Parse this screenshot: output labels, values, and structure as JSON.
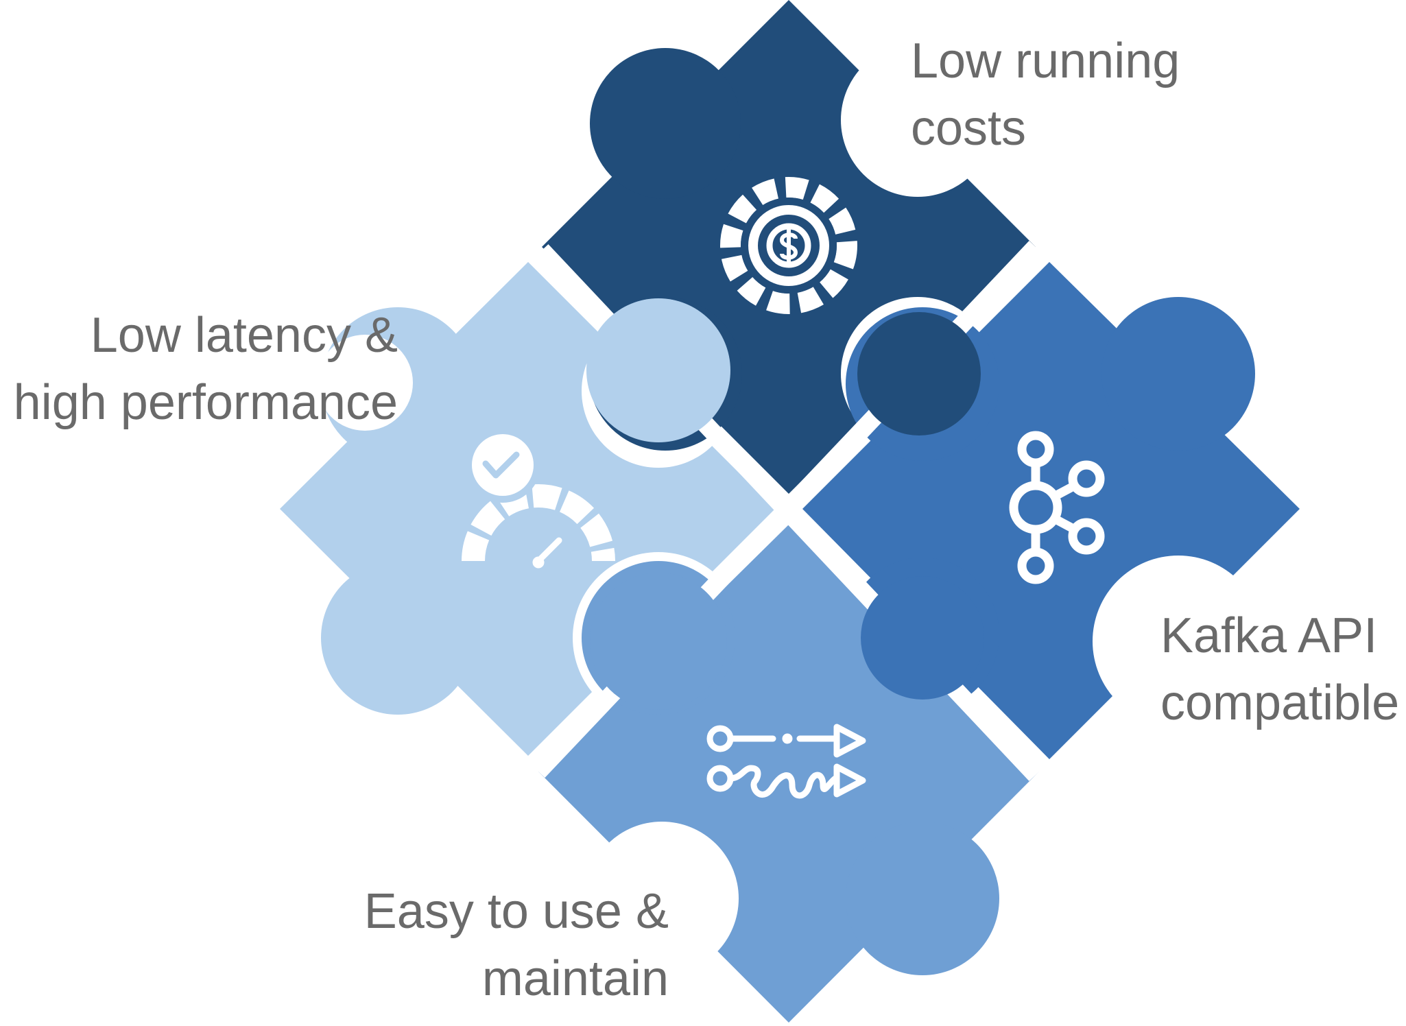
{
  "colors": {
    "top_piece": "#214d7a",
    "right_piece": "#3b73b6",
    "left_piece": "#b2d0ec",
    "bottom_piece": "#6f9fd4",
    "icon": "#ffffff",
    "label_text": "#6a6a6a"
  },
  "pieces": [
    {
      "id": "top",
      "icon": "gear-dollar-icon",
      "label_lines": [
        "Low running",
        "costs"
      ]
    },
    {
      "id": "left",
      "icon": "speedometer-check-icon",
      "label_lines": [
        "Low latency &",
        "high performance"
      ]
    },
    {
      "id": "right",
      "icon": "kafka-logo-icon",
      "label_lines": [
        "Kafka API",
        "compatible"
      ]
    },
    {
      "id": "bottom",
      "icon": "workflow-arrows-icon",
      "label_lines": [
        "Easy to use &",
        "maintain"
      ]
    }
  ]
}
